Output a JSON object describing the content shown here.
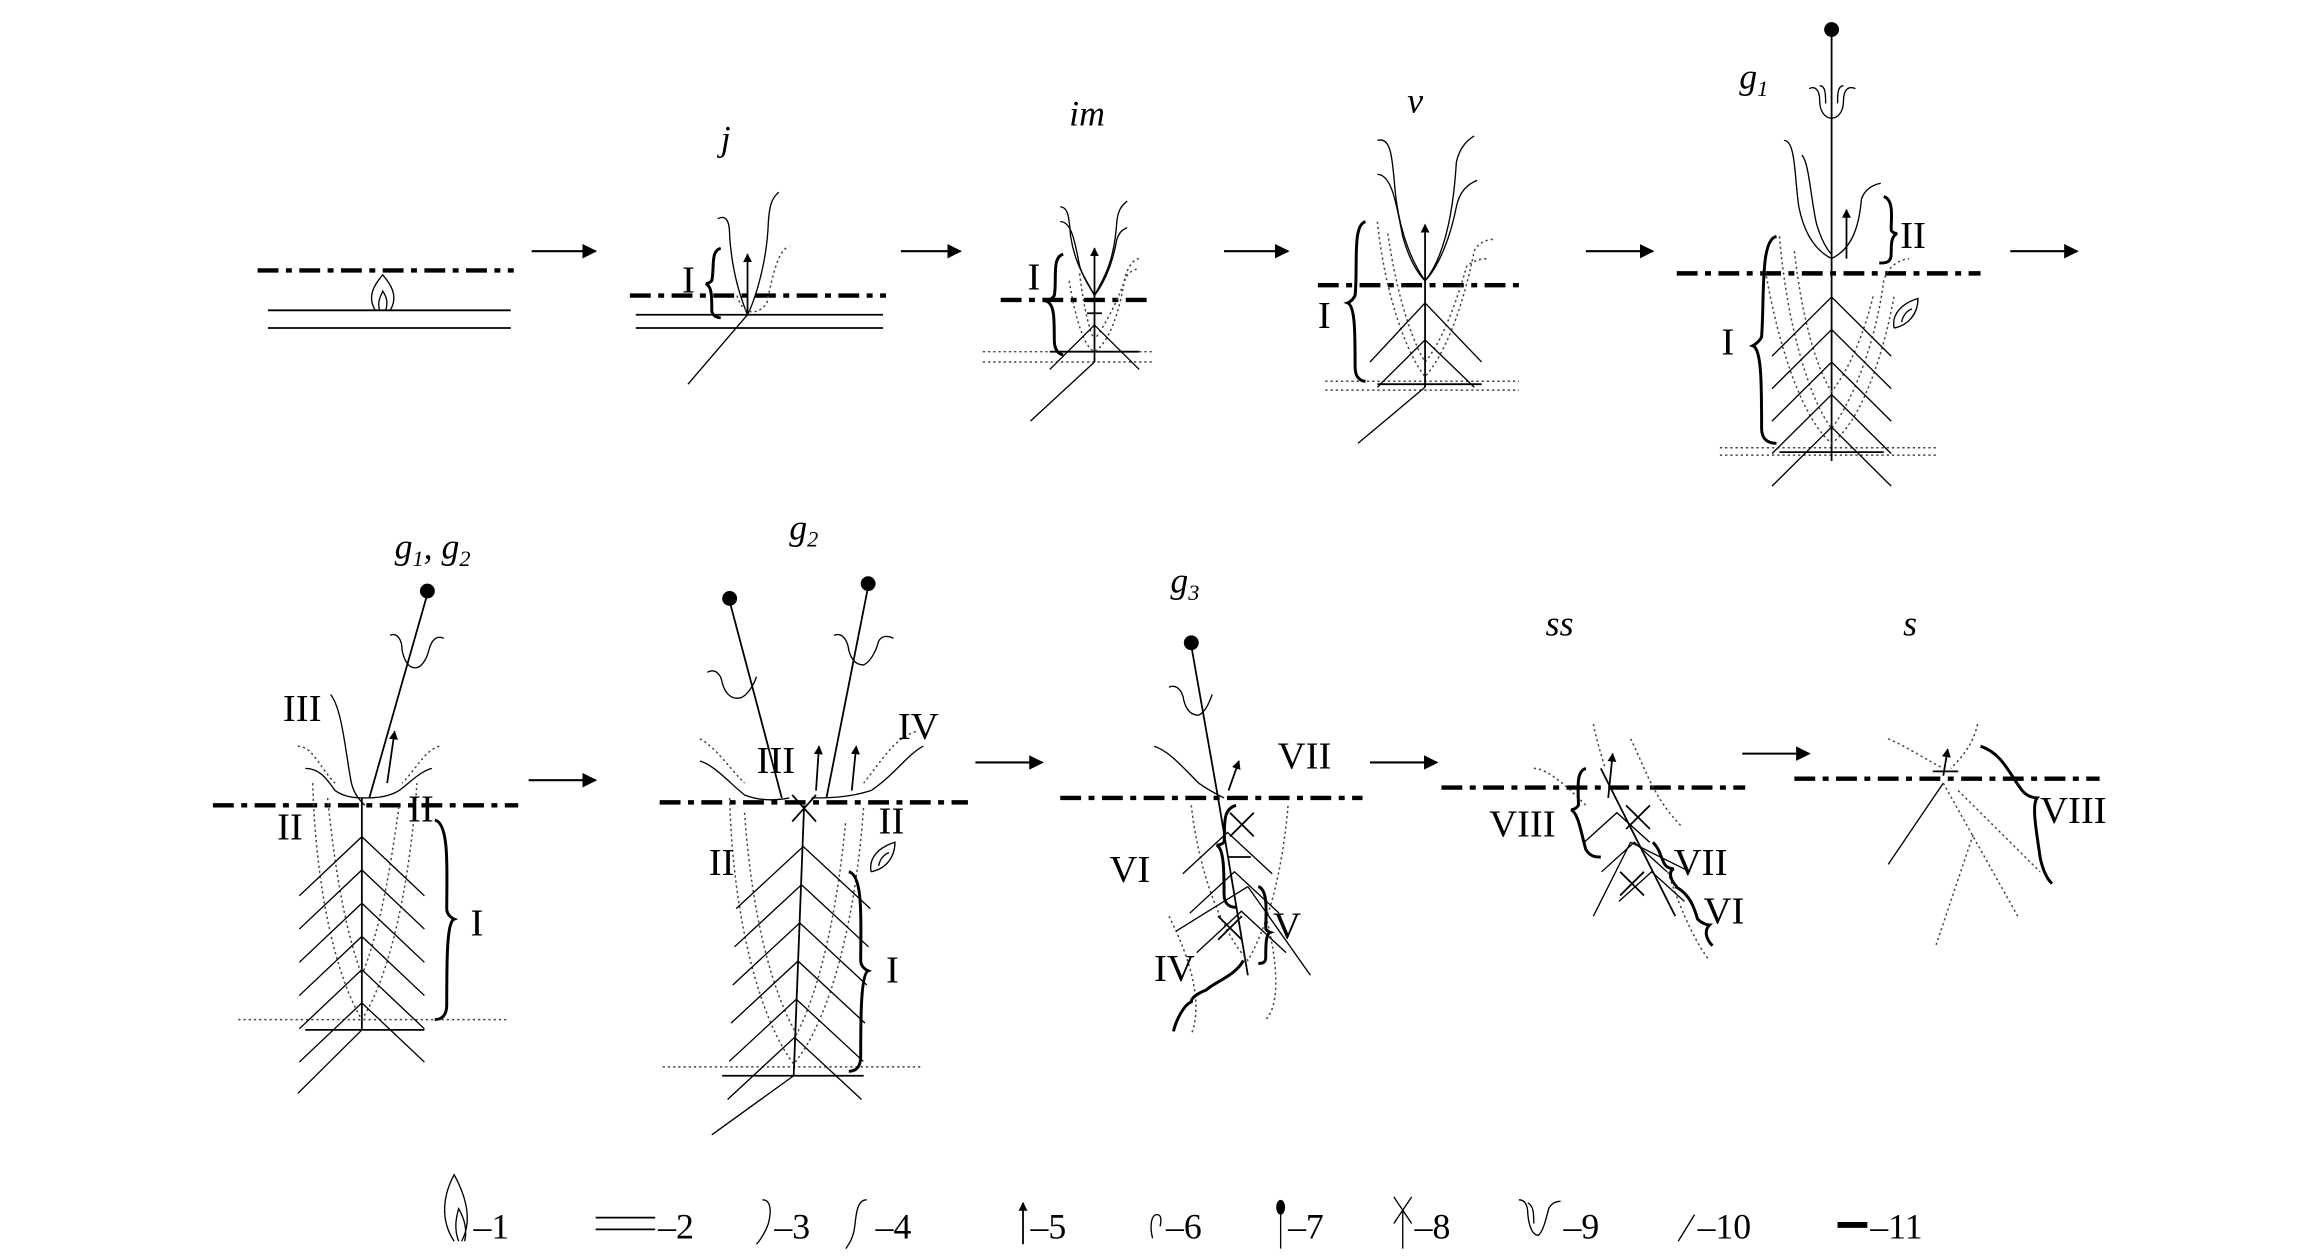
{
  "stages": {
    "j": "j",
    "im": "im",
    "v": "v",
    "g1": "g",
    "g1_sub": "1",
    "g1g2": "g",
    "g1g2_sub1": "1",
    "g1g2_sep": ", g",
    "g1g2_sub2": "2",
    "g2": "g",
    "g2_sub": "2",
    "g3": "g",
    "g3_sub": "3",
    "ss": "ss",
    "s": "s"
  },
  "numerals": {
    "j_I": "I",
    "im_I": "I",
    "v_I": "I",
    "g1_I": "I",
    "g1_II": "II",
    "g1g2_III": "III",
    "g1g2_II_left": "II",
    "g1g2_II_right": "II",
    "g1g2_I": "I",
    "g2_III": "III",
    "g2_IV": "IV",
    "g2_II_left": "II",
    "g2_II_right": "II",
    "g2_I": "I",
    "g3_VII": "VII",
    "g3_VI": "VI",
    "g3_V": "V",
    "g3_IV": "IV",
    "ss_VIII": "VIII",
    "ss_VII": "VII",
    "ss_VI": "VI",
    "s_VIII": "VIII"
  },
  "legend": [
    {
      "icon": "bud-icon",
      "label": "–1"
    },
    {
      "icon": "double-line-icon",
      "label": "–2"
    },
    {
      "icon": "leaf-sheath-icon",
      "label": "–3"
    },
    {
      "icon": "leaf-blade-icon",
      "label": "–4"
    },
    {
      "icon": "arrow-up-icon",
      "label": "–5"
    },
    {
      "icon": "small-hook-icon",
      "label": "–6"
    },
    {
      "icon": "inflorescence-dot-icon",
      "label": "–7"
    },
    {
      "icon": "dead-shoot-cross-icon",
      "label": "–8"
    },
    {
      "icon": "flower-cup-icon",
      "label": "–9"
    },
    {
      "icon": "root-slash-icon",
      "label": "–10"
    },
    {
      "icon": "dash-icon",
      "label": "–11"
    }
  ]
}
